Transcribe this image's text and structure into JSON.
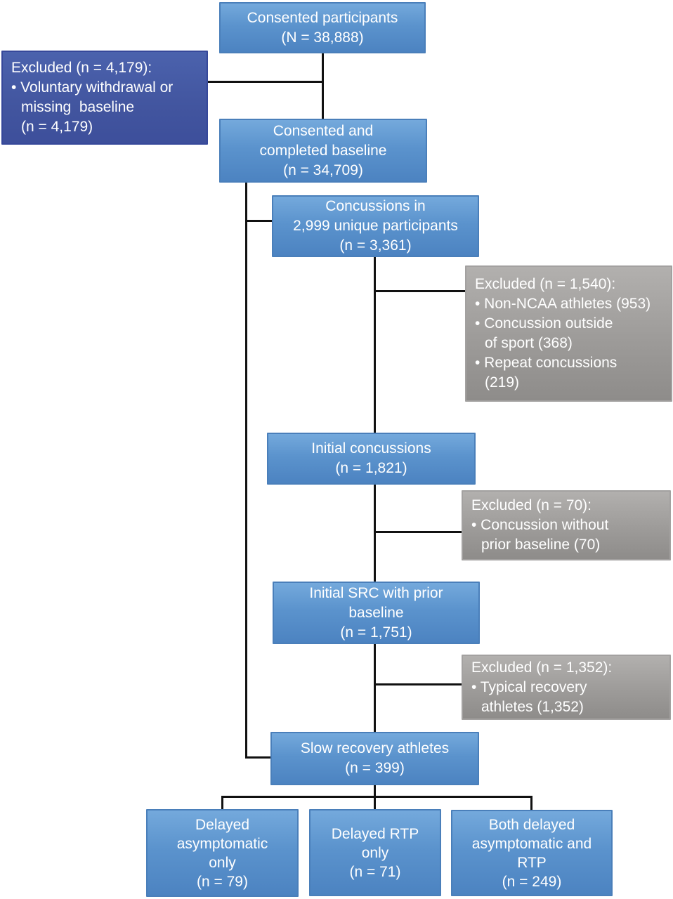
{
  "diagram": {
    "type": "flowchart",
    "description": "Participant flow diagram (CONSORT-style) for concussion study enrollment",
    "colors": {
      "primary_box_top": "#74a9dc",
      "primary_box_bottom": "#4c83c1",
      "excluded_dark_top": "#4b62ad",
      "excluded_dark_bottom": "#3d4f9b",
      "excluded_gray_top": "#b2b0ae",
      "excluded_gray_bottom": "#8e8c8a",
      "connector_line": "#111111",
      "text": "#ffffff",
      "background": "#ffffff"
    },
    "boxes": {
      "consented": {
        "lines": [
          "Consented participants",
          "(N = 38,888)"
        ]
      },
      "excluded_baseline": {
        "lines": [
          "Excluded (n = 4,179):",
          "• Voluntary withdrawal or",
          "missing  baseline",
          "(n = 4,179)"
        ]
      },
      "completed_baseline": {
        "lines": [
          "Consented and",
          "completed baseline",
          "(n = 34,709)"
        ]
      },
      "concussions": {
        "lines": [
          "Concussions in",
          "2,999 unique participants",
          "(n = 3,361)"
        ]
      },
      "excluded_1540": {
        "lines": [
          "Excluded (n = 1,540):",
          "• Non-NCAA athletes (953)",
          "• Concussion outside",
          "of sport (368)",
          "• Repeat concussions",
          "(219)"
        ]
      },
      "initial_concussions": {
        "lines": [
          "Initial concussions",
          "(n = 1,821)"
        ]
      },
      "excluded_70": {
        "lines": [
          "Excluded (n = 70):",
          "• Concussion without",
          "prior baseline (70)"
        ]
      },
      "initial_src": {
        "lines": [
          "Initial SRC with prior",
          "baseline",
          "(n = 1,751)"
        ]
      },
      "excluded_1352": {
        "lines": [
          "Excluded (n = 1,352):",
          "• Typical recovery",
          "athletes (1,352)"
        ]
      },
      "slow_recovery": {
        "lines": [
          "Slow recovery athletes",
          "(n = 399)"
        ]
      },
      "delayed_asymptomatic": {
        "lines": [
          "Delayed",
          "asymptomatic",
          "only",
          "(n = 79)"
        ]
      },
      "delayed_rtp": {
        "lines": [
          "Delayed RTP",
          "only",
          "(n = 71)"
        ]
      },
      "both_delayed": {
        "lines": [
          "Both delayed",
          "asymptomatic and",
          "RTP",
          "(n = 249)"
        ]
      }
    }
  }
}
